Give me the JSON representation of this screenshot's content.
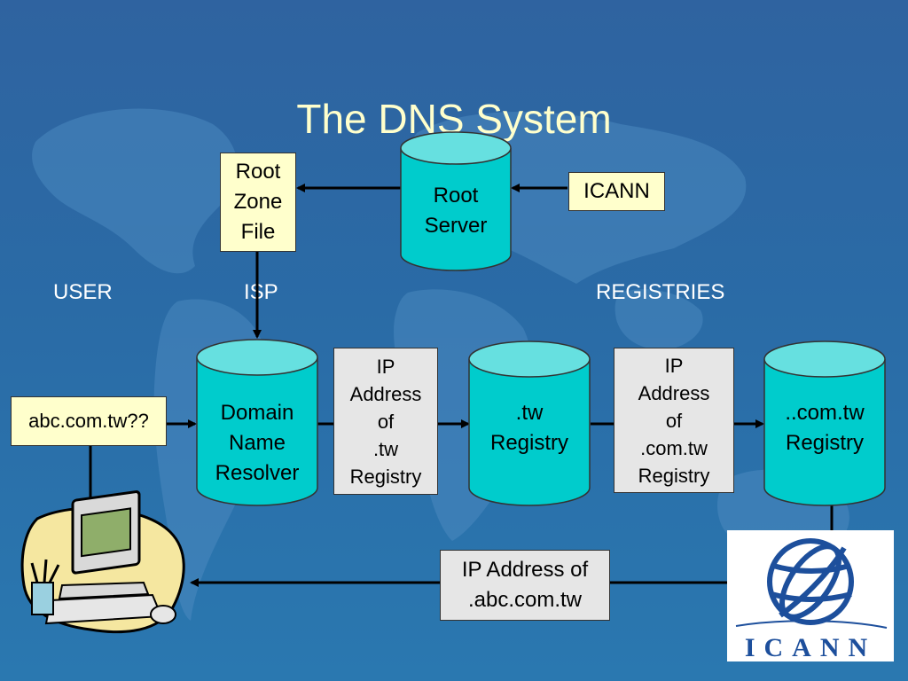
{
  "title": "The DNS System",
  "sections": {
    "user": "USER",
    "isp": "ISP",
    "registries": "REGISTRIES"
  },
  "nodes": {
    "root_zone_file": [
      "Root",
      "Zone",
      "File"
    ],
    "root_server": [
      "Root",
      "Server"
    ],
    "icann_box": "ICANN",
    "query": "abc.com.tw??",
    "resolver": [
      "Domain",
      "Name",
      "Resolver"
    ],
    "ip_tw": [
      "IP",
      "Address",
      "of",
      ".tw",
      "Registry"
    ],
    "tw_registry": [
      ".tw",
      "Registry"
    ],
    "ip_comtw": [
      "IP",
      "Address",
      "of",
      ".com.tw",
      "Registry"
    ],
    "comtw_registry": [
      "..com.tw",
      "Registry"
    ],
    "answer": [
      "IP Address of",
      ".abc.com.tw"
    ]
  },
  "logo": {
    "text": "ICANN",
    "color": "#1d4f9c"
  },
  "colors": {
    "title": "#ffffcc",
    "cylinder": "#00cccc",
    "cylinder_top": "#66e0e0",
    "note": "#ffffcc",
    "ip_box": "#e6e6e6"
  }
}
